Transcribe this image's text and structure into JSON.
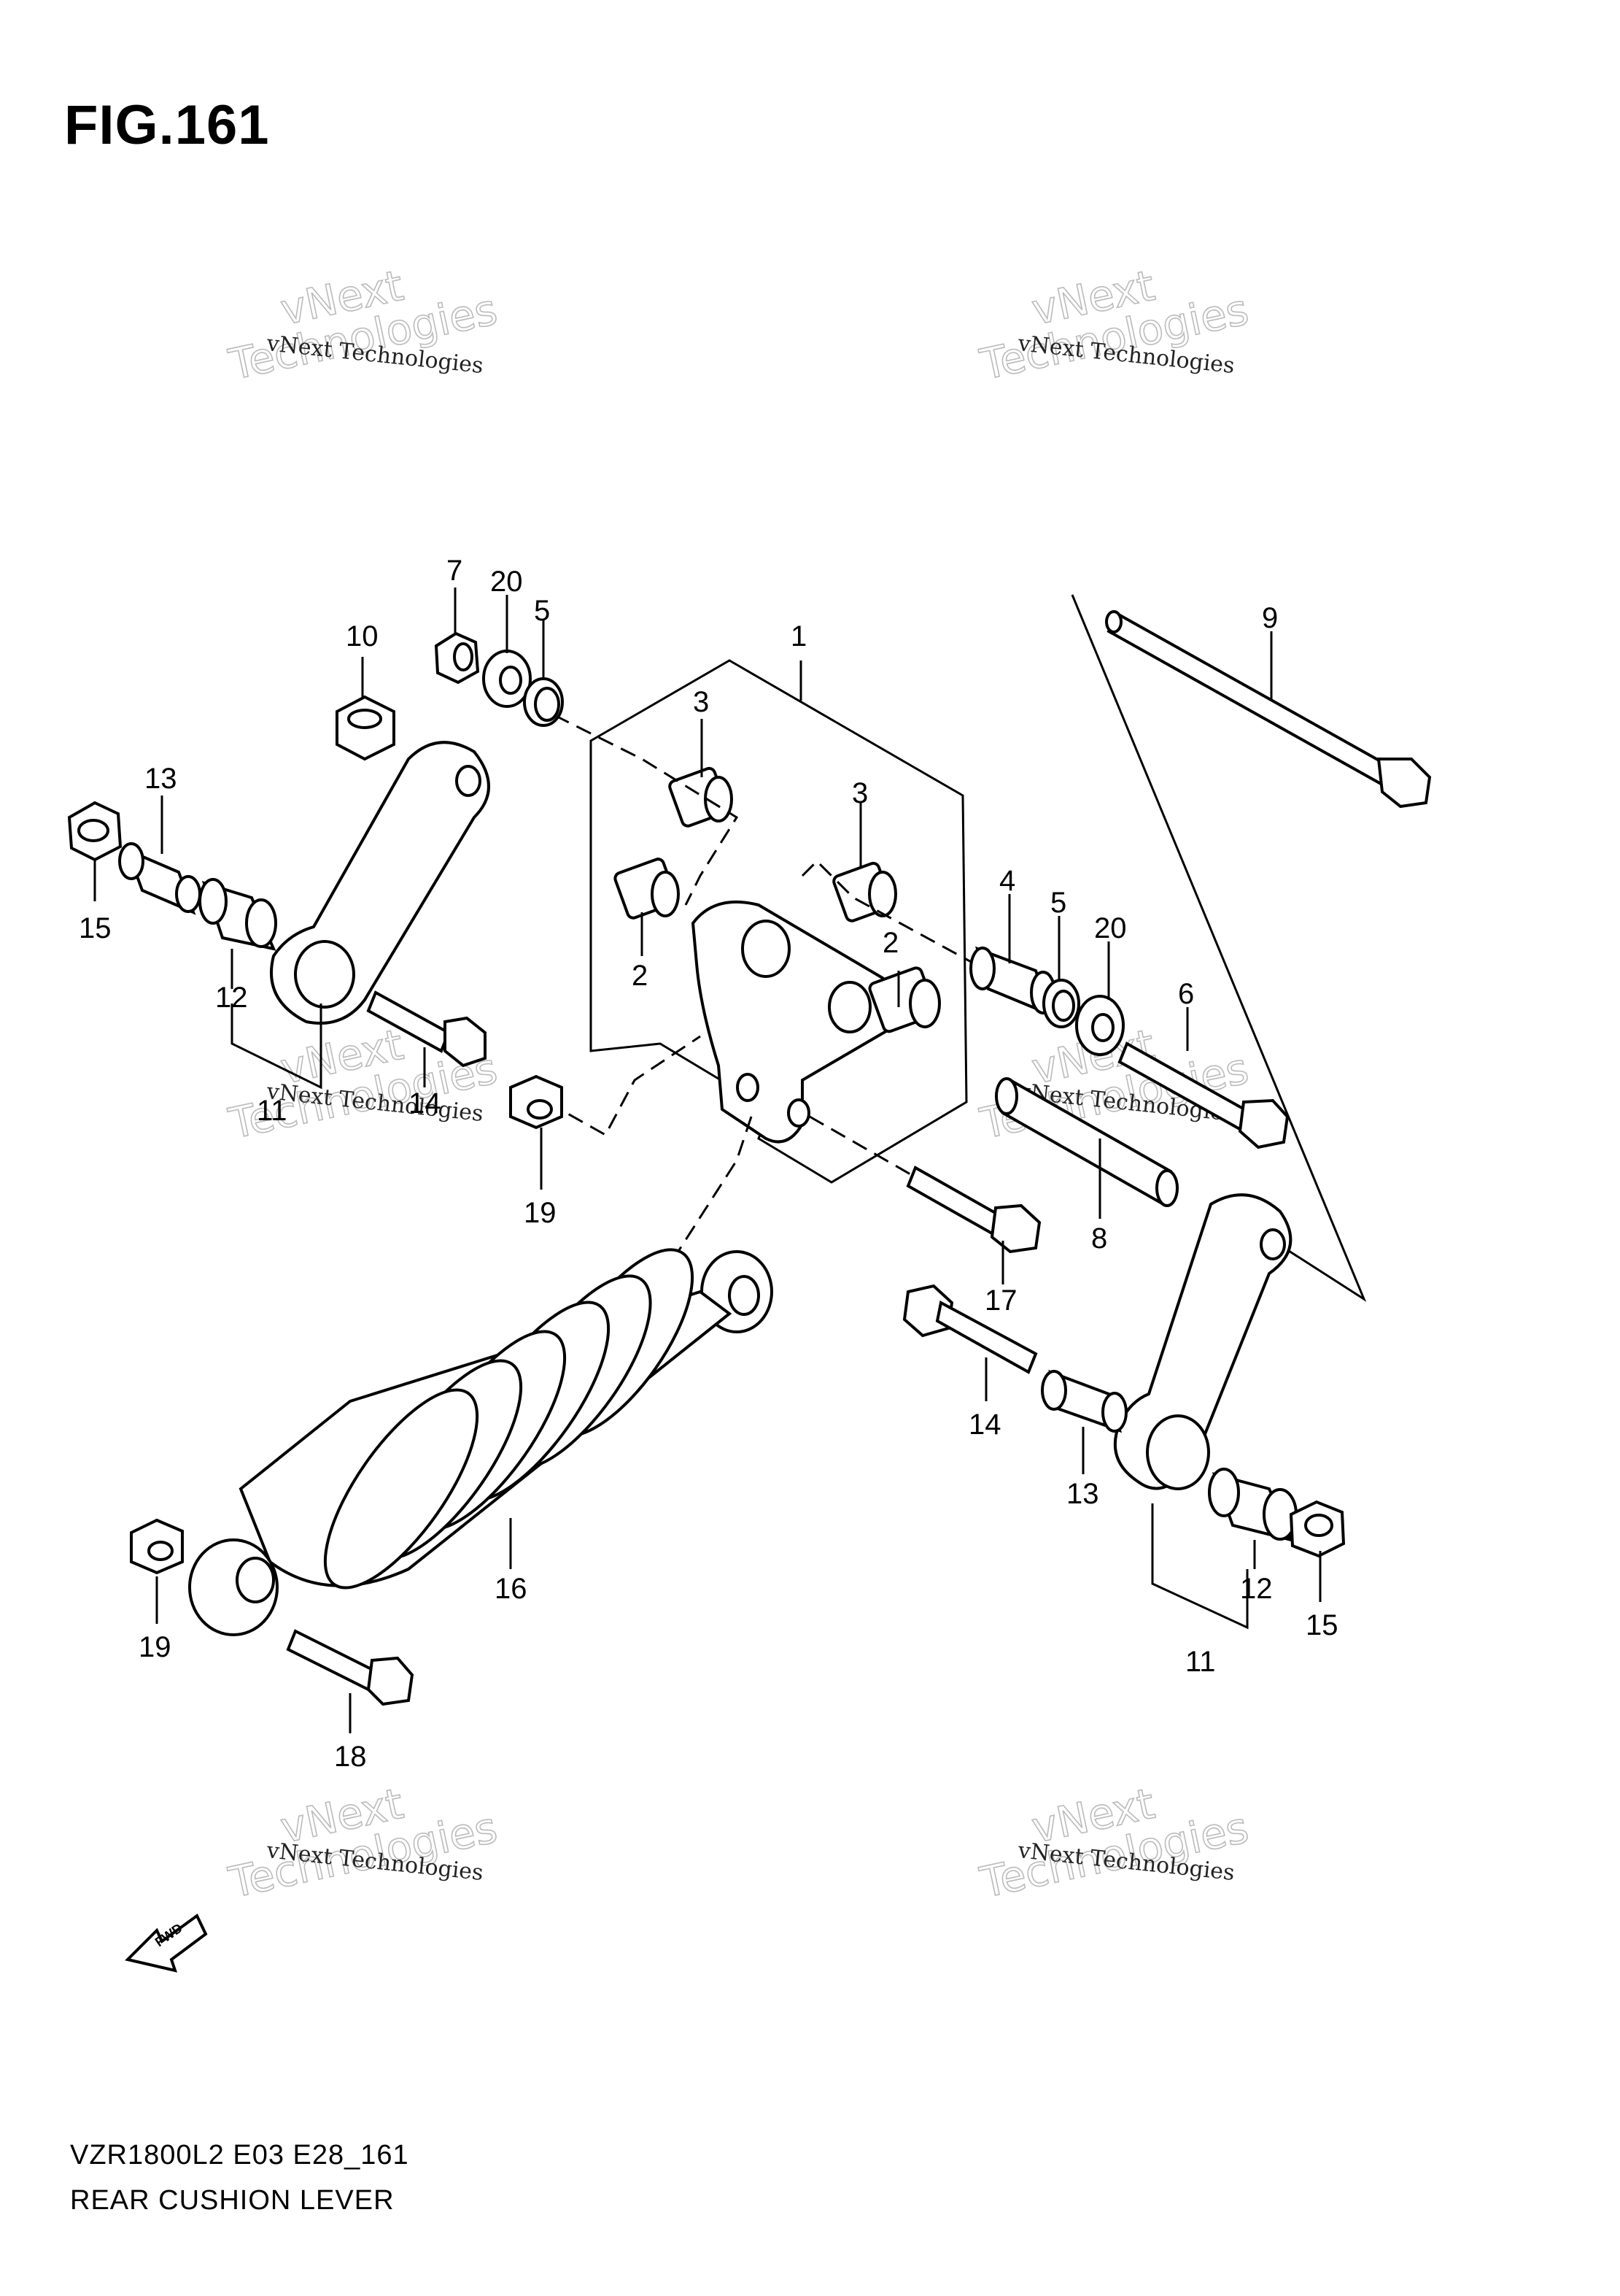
{
  "figure": {
    "title": "FIG.161"
  },
  "footer": {
    "model_code": "VZR1800L2 E03 E28_161",
    "diagram_name": "REAR CUSHION LEVER"
  },
  "watermark": {
    "line1": "vNext Technologies",
    "line2": "vNext",
    "line3": "Technologies"
  },
  "fwd_label": "FWD",
  "callouts": {
    "c1": "1",
    "c2a": "2",
    "c2b": "2",
    "c3a": "3",
    "c3b": "3",
    "c4": "4",
    "c5a": "5",
    "c5b": "5",
    "c6": "6",
    "c7": "7",
    "c8": "8",
    "c9": "9",
    "c10": "10",
    "c11a": "11",
    "c11b": "11",
    "c12a": "12",
    "c12b": "12",
    "c13a": "13",
    "c13b": "13",
    "c14a": "14",
    "c14b": "14",
    "c15a": "15",
    "c15b": "15",
    "c16": "16",
    "c17": "17",
    "c18": "18",
    "c19a": "19",
    "c19b": "19",
    "c20a": "20",
    "c20b": "20"
  }
}
